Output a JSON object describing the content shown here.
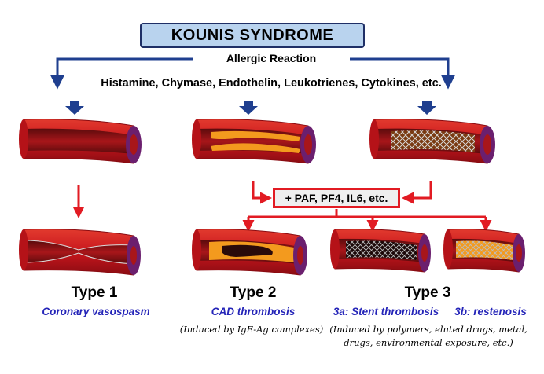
{
  "title": "KOUNIS SYNDROME",
  "allergic_reaction": "Allergic Reaction",
  "mediators": "Histamine, Chymase, Endothelin, Leukotrienes, Cytokines, etc.",
  "amplifiers": "+ PAF, PF4, IL6, etc.",
  "types": [
    {
      "label": "Type 1",
      "description": "Coronary vasospasm",
      "note": ""
    },
    {
      "label": "Type 2",
      "description": "CAD thrombosis",
      "note": "(Induced by IgE-Ag complexes)"
    },
    {
      "label": "Type 3",
      "description_a": "3a: Stent thrombosis",
      "description_b": "3b: restenosis",
      "note_line1": "(Induced by polymers, eluted drugs, metal,",
      "note_line2": "drugs, environmental exposure, etc.)"
    }
  ],
  "colors": {
    "title_bg": "#b9d3ee",
    "title_border": "#1f2f66",
    "flow_arrows": "#1f3f8f",
    "red_arrows": "#e21b23",
    "vessel_red": "#c8161d",
    "vessel_edge": "#8a0c12",
    "plaque_orange": "#f39a1e",
    "thrombus_dark": "#2a0a0a",
    "subtitle_blue": "#2424b8"
  }
}
